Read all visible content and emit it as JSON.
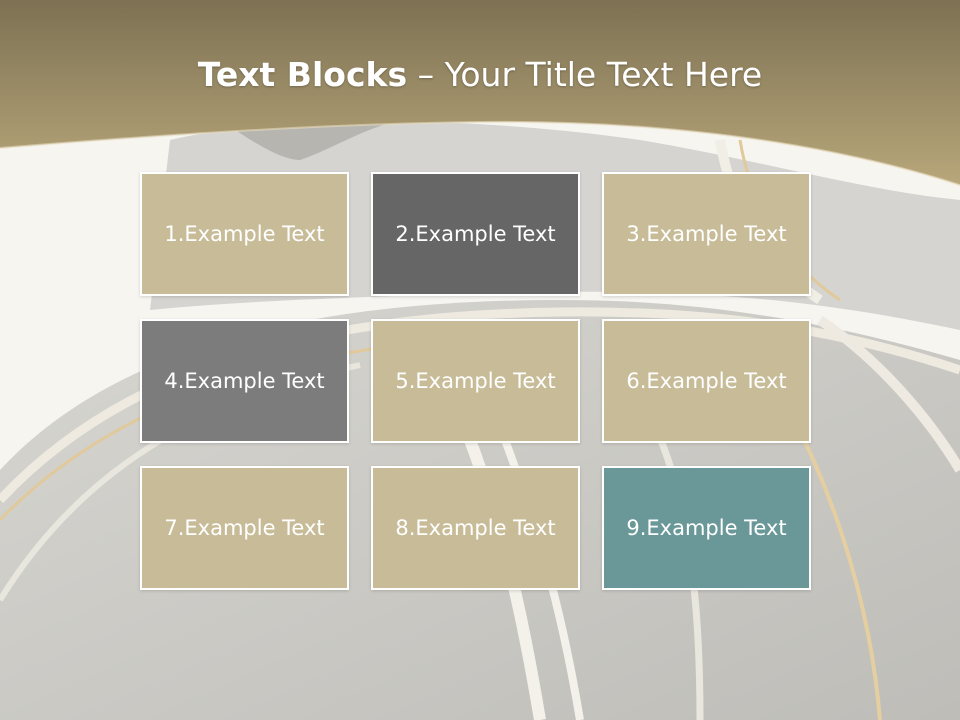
{
  "slide": {
    "title_bold": "Text Blocks",
    "title_separator": " – ",
    "title_rest": "Your Title Text Here"
  },
  "colors": {
    "header_band": "#a8956a",
    "tan_block": "#c8bc98",
    "dark_gray_block": "#666666",
    "mid_gray_block": "#7c7c7c",
    "teal_block": "#6a9898"
  },
  "blocks": [
    {
      "label": "1.Example Text",
      "color": "#c8bc98"
    },
    {
      "label": "2.Example Text",
      "color": "#666666"
    },
    {
      "label": "3.Example Text",
      "color": "#c8bc98"
    },
    {
      "label": "4.Example Text",
      "color": "#7c7c7c"
    },
    {
      "label": "5.Example Text",
      "color": "#c8bc98"
    },
    {
      "label": "6.Example Text",
      "color": "#c8bc98"
    },
    {
      "label": "7.Example Text",
      "color": "#c8bc98"
    },
    {
      "label": "8.Example Text",
      "color": "#c8bc98"
    },
    {
      "label": "9.Example Text",
      "color": "#6a9898"
    }
  ]
}
